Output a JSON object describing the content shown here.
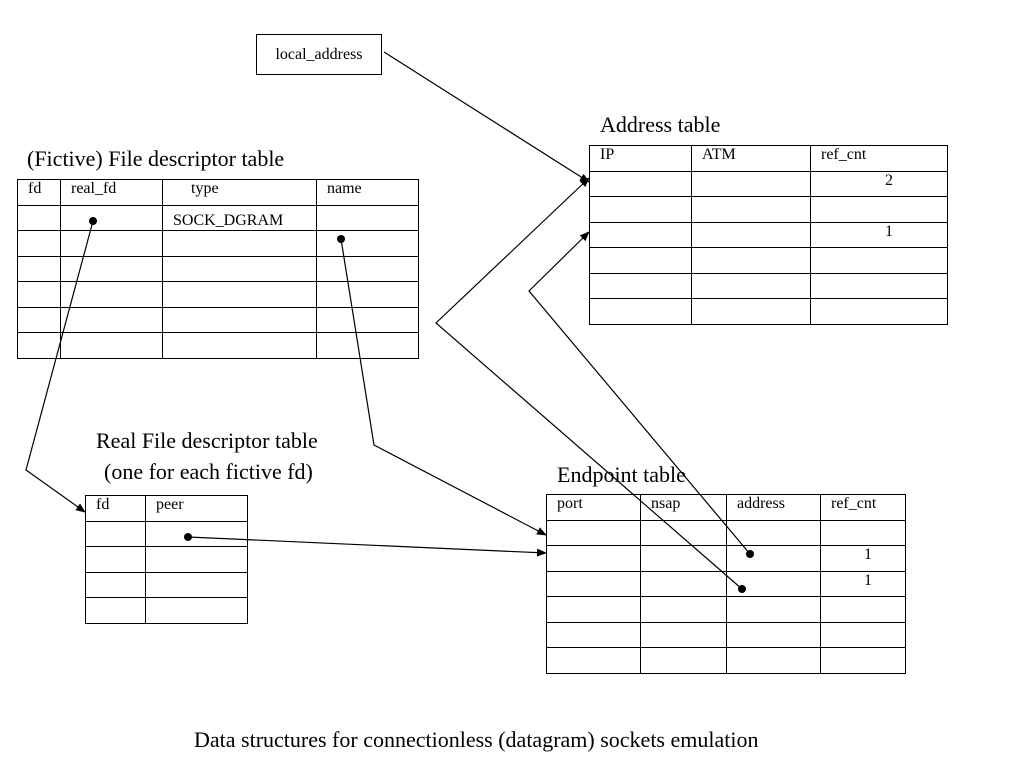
{
  "local_address": {
    "label": "local_address"
  },
  "fd_table": {
    "title": "(Fictive) File descriptor table",
    "headers": [
      "fd",
      "real_fd",
      "type",
      "name"
    ],
    "row1_type": "SOCK_DGRAM"
  },
  "real_fd_table": {
    "title_line1": "Real File descriptor table",
    "title_line2": "(one for each fictive fd)",
    "headers": [
      "fd",
      "peer"
    ]
  },
  "address_table": {
    "title": "Address table",
    "headers": [
      "IP",
      "ATM",
      "ref_cnt"
    ],
    "row1_ref_cnt": "2",
    "row3_ref_cnt": "1"
  },
  "endpoint_table": {
    "title": "Endpoint table",
    "headers": [
      "port",
      "nsap",
      "address",
      "ref_cnt"
    ],
    "row2_ref_cnt": "1",
    "row3_ref_cnt": "1"
  },
  "caption": "Data structures for connectionless (datagram) sockets emulation"
}
